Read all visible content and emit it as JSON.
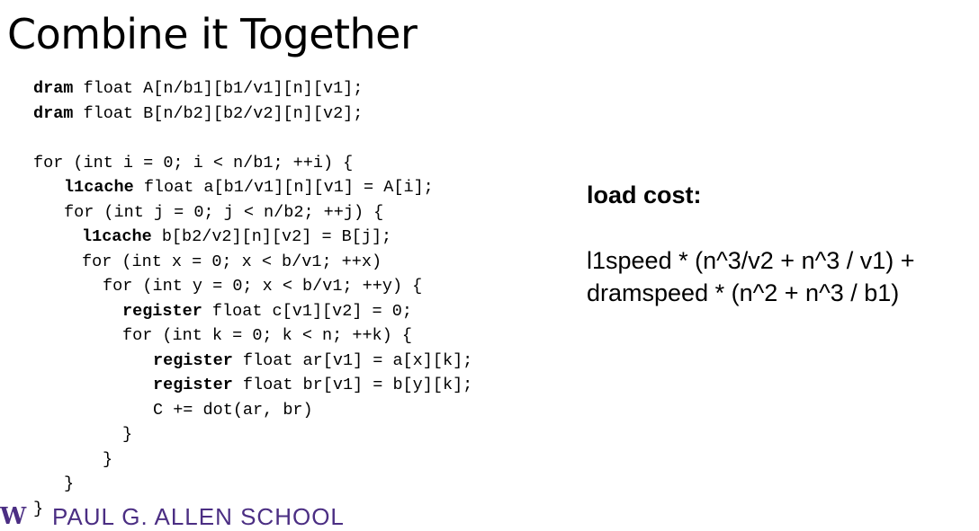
{
  "title": "Combine it Together",
  "code": [
    {
      "kw": "dram",
      "rest": " float A[n/b1][b1/v1][n][v1];"
    },
    {
      "kw": "dram",
      "rest": " float B[n/b2][b2/v2][n][v2];"
    },
    {
      "kw": "",
      "rest": "for (int i = 0; i < n/b1; ++i) {"
    },
    {
      "kw": "l1cache",
      "rest": " float a[b1/v1][n][v1] = A[i];"
    },
    {
      "kw": "",
      "rest": "for (int j = 0; j < n/b2; ++j) {"
    },
    {
      "kw": "l1cache",
      "rest": " b[b2/v2][n][v2] = B[j];"
    },
    {
      "kw": "",
      "rest": "for (int x = 0; x < b/v1; ++x)"
    },
    {
      "kw": "",
      "rest": "for (int y = 0; x < b/v1; ++y) {"
    },
    {
      "kw": "register",
      "rest": " float c[v1][v2] = 0;"
    },
    {
      "kw": "",
      "rest": "for (int k = 0; k < n; ++k) {"
    },
    {
      "kw": "register",
      "rest": " float ar[v1] = a[x][k];"
    },
    {
      "kw": "register",
      "rest": " float br[v1] = b[y][k];"
    },
    {
      "kw": "",
      "rest": "C += dot(ar, br)"
    },
    {
      "kw": "",
      "rest": "}"
    },
    {
      "kw": "",
      "rest": "}"
    },
    {
      "kw": "",
      "rest": "}"
    },
    {
      "kw": "",
      "rest": "}"
    }
  ],
  "cost": {
    "label": "load cost:",
    "line1": "l1speed * (n^3/v2 + n^3 / v1) +",
    "line2": "dramspeed * (n^2 + n^3 / b1)"
  },
  "footer": {
    "logo": "W",
    "name": "PAUL G. ALLEN SCHOOL"
  },
  "colors": {
    "brand": "#4b2e83"
  }
}
